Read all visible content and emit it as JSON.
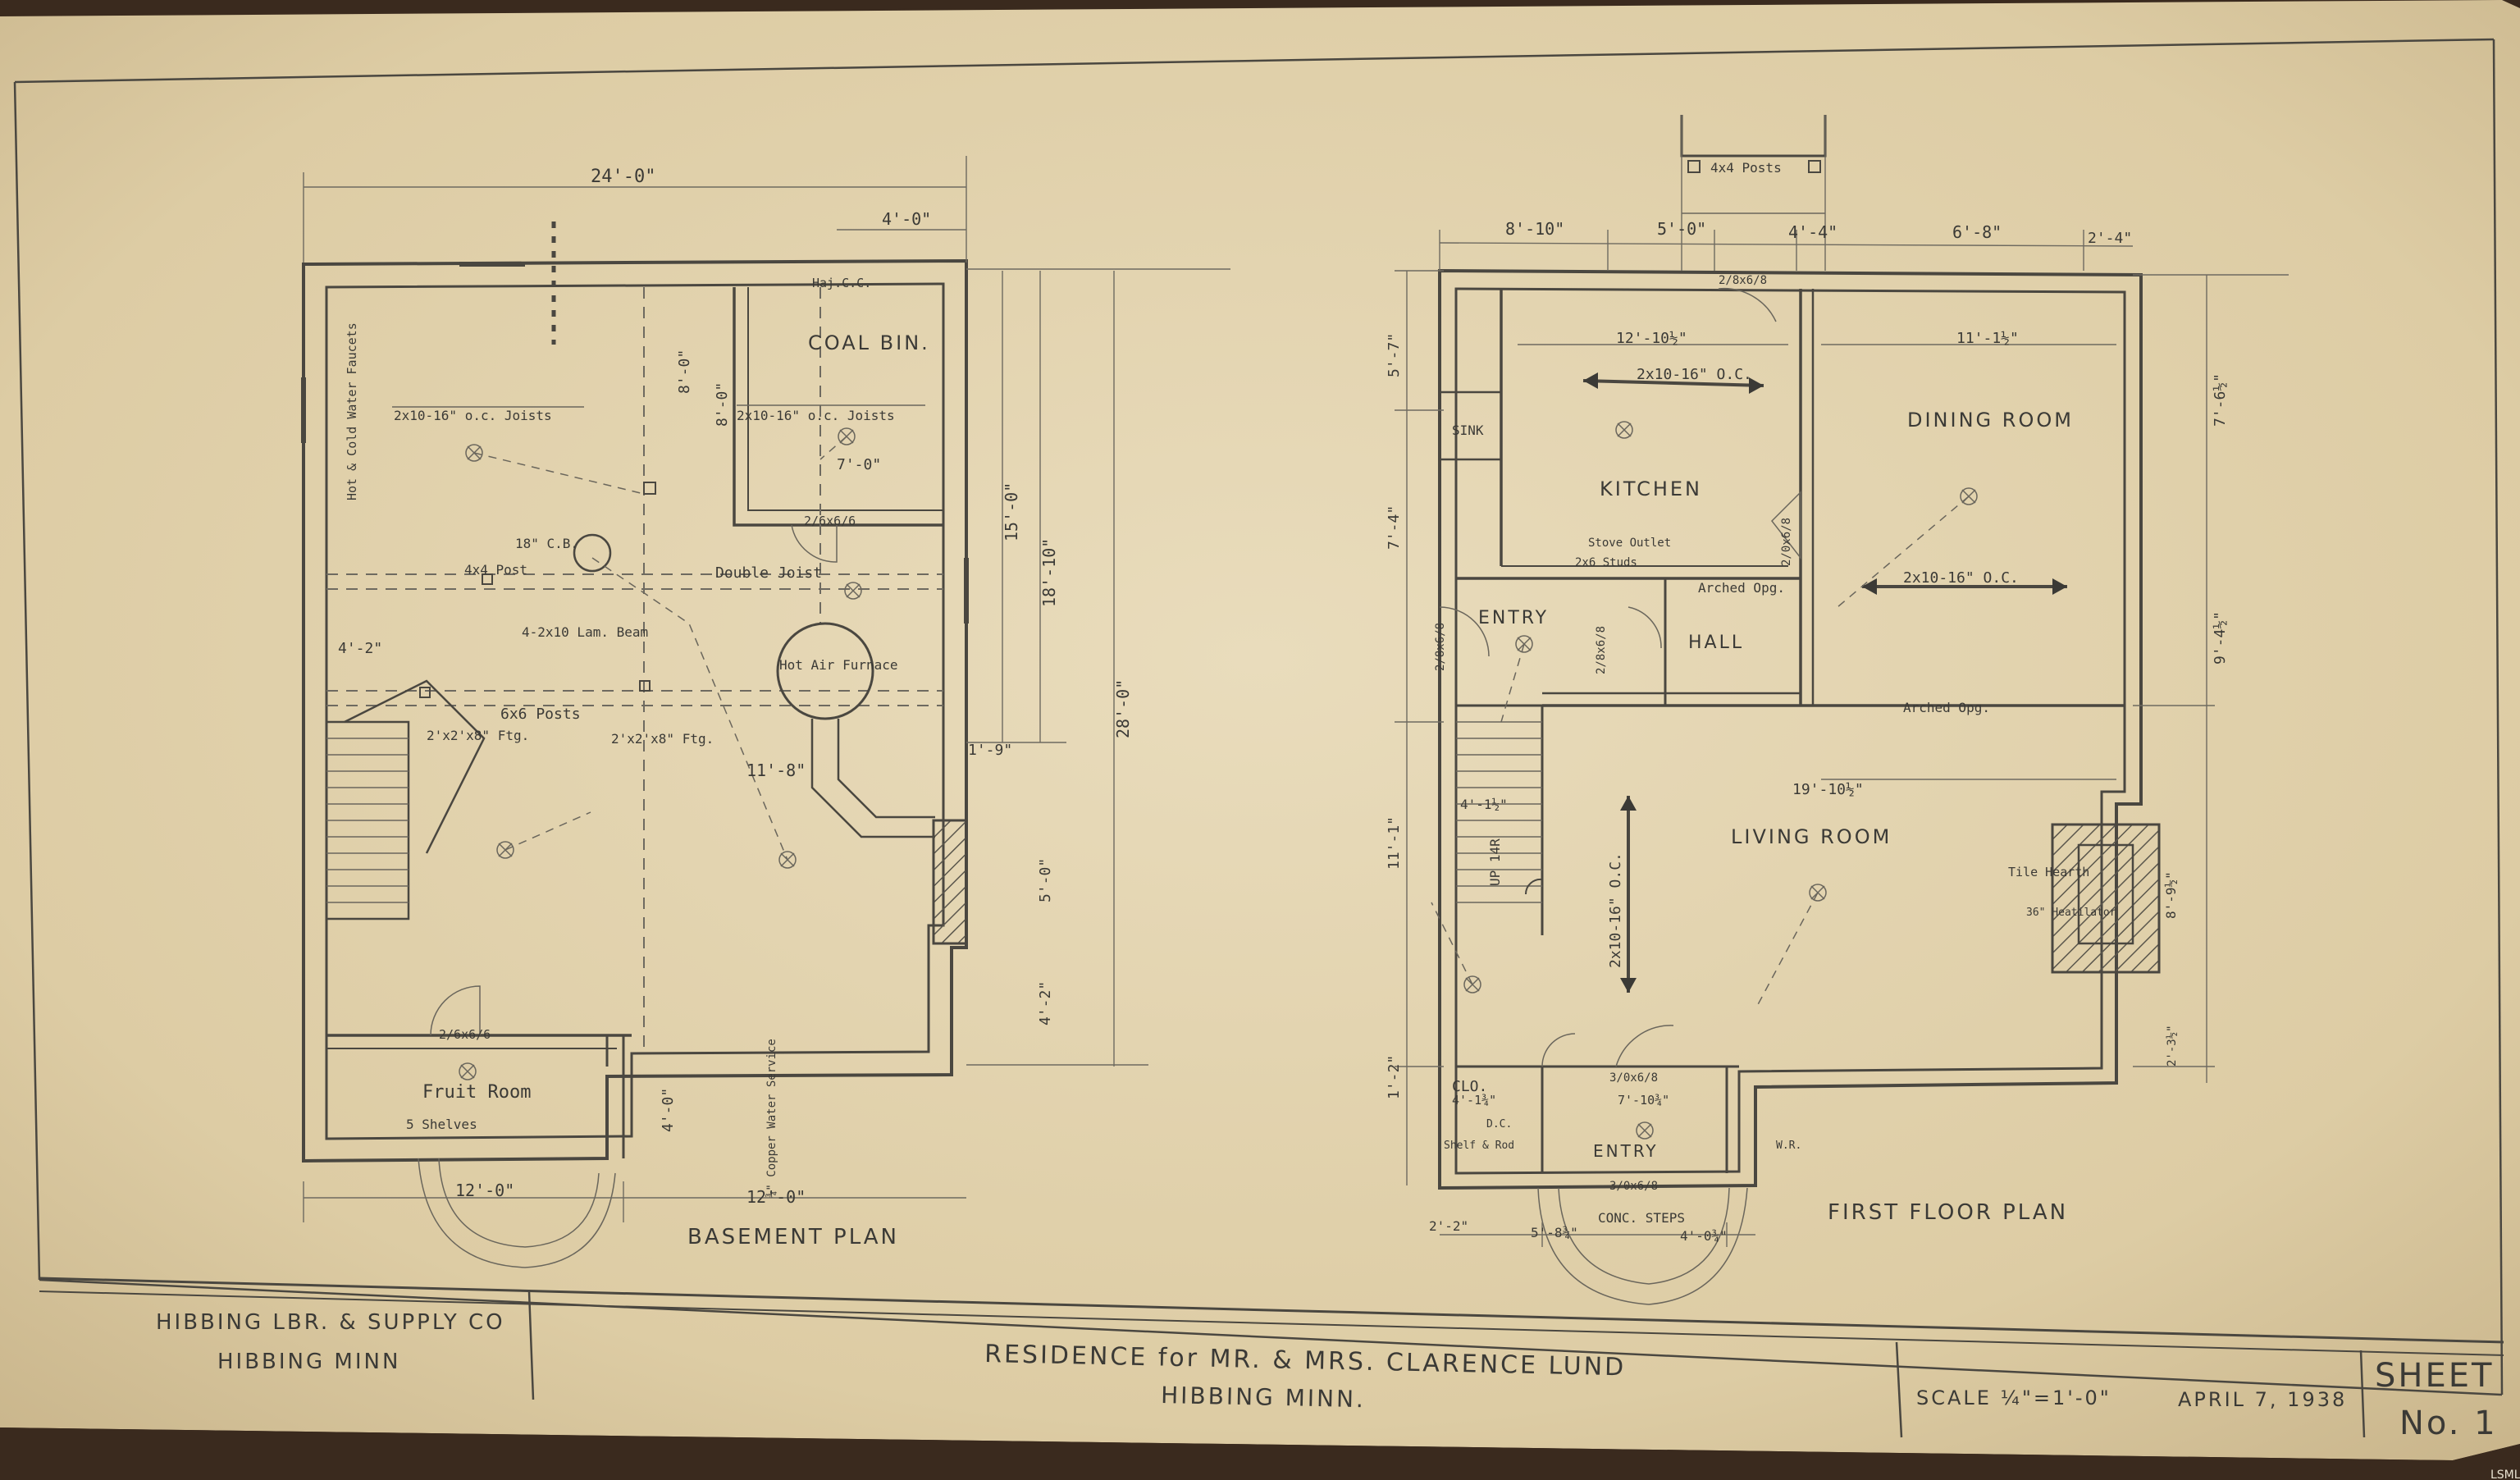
{
  "title_block": {
    "company_line1": "HIBBING LBR. & SUPPLY CO",
    "company_line2": "HIBBING MINN",
    "residence_line1": "RESIDENCE for MR. & MRS. CLARENCE LUND",
    "residence_line2": "HIBBING MINN.",
    "scale": "SCALE ¼\"=1'-0\"",
    "date": "APRIL 7, 1938",
    "sheet_label": "SHEET",
    "sheet_no": "No. 1"
  },
  "basement": {
    "plan_title": "BASEMENT PLAN",
    "rooms": {
      "coal_bin": "COAL BIN.",
      "fruit_room": "Fruit Room",
      "furnace": "Hot Air Furnace"
    },
    "notes": {
      "joists": "2x10-16\" o.c. Joists",
      "joists_coal": "2x10-16\" o.c. Joists",
      "double_joist": "Double Joist",
      "post_4x4": "4x4 Post",
      "cb": "18\" C.B.",
      "beam": "4-2x10 Lam. Beam",
      "posts_6x6": "6x6 Posts",
      "ftg1": "2'x2'x8\" Ftg.",
      "ftg2": "2'x2'x8\" Ftg.",
      "faucets": "Hot & Cold Water Faucets",
      "shelves": "5 Shelves",
      "water": "¾\" Copper Water Service",
      "door1": "2/6x6/6",
      "door2": "2/6x6/6",
      "haj": "Haj.C.C."
    },
    "dims": {
      "top_overall": "24'-0\"",
      "top_right": "4'-0\"",
      "bottom_left": "12'-0\"",
      "bottom_right": "12'-0\"",
      "right_15": "15'-0\"",
      "right_18": "18'-10\"",
      "right_28": "28'-0\"",
      "right_5": "5'-0\"",
      "right_4": "4'-2\"",
      "left_4": "4'-2\"",
      "mid_11": "11'-8\"",
      "mid_8a": "8'-0\"",
      "mid_8b": "8'-0\"",
      "mid_7": "7'-0\"",
      "fruit_4": "4'-0\"",
      "one_9": "1'-9\""
    }
  },
  "first_floor": {
    "plan_title": "FIRST FLOOR PLAN",
    "rooms": {
      "kitchen": "KITCHEN",
      "dining": "DINING ROOM",
      "living": "LIVING ROOM",
      "entry_upper": "ENTRY",
      "entry_lower": "ENTRY",
      "hall": "HALL",
      "clo": "CLO.",
      "sink": "SINK"
    },
    "notes": {
      "joists_kitchen": "2x10-16\" O.C.",
      "joists_dining": "2x10-16\" O.C.",
      "joists_living": "2x10-16\" O.C.",
      "posts": "4x4 Posts",
      "stove": "Stove Outlet",
      "studs": "2x6 Studs",
      "arched1": "Arched Opg.",
      "arched2": "Arched Opg.",
      "hearth": "Tile Hearth",
      "heatilator": "36\" Heatilator",
      "steps": "CONC. STEPS",
      "shelf": "Shelf & Rod",
      "up": "UP 14R",
      "door_a": "2/8x6/8",
      "door_b": "2/8x6/8",
      "door_c": "2/8x6/8",
      "door_d": "3/0x6/8",
      "door_e": "3/0x6/8",
      "door_f": "2/0x6/8",
      "dc": "D.C.",
      "wr": "W.R."
    },
    "dims": {
      "top_a": "8'-10\"",
      "top_b": "5'-0\"",
      "top_c": "4'-4\"",
      "top_d": "6'-8\"",
      "top_e": "2'-4\"",
      "kitchen_w": "12'-10½\"",
      "dining_w": "11'-1½\"",
      "living_w": "19'-10½\"",
      "left_5": "5'-7\"",
      "left_7": "7'-4\"",
      "left_11": "11'-1\"",
      "left_1": "1'-2\"",
      "right_7": "7'-6½\"",
      "right_9": "9'-4½\"",
      "right_8": "8'-9½\"",
      "right_2": "2'-3½\"",
      "bot_a": "2'-2\"",
      "bot_b": "5'-8¾\"",
      "bot_c": "4'-0¾\"",
      "entry_w": "7'-10¾\"",
      "clo_w": "4'-1¾\"",
      "stair_w": "4'-1½\""
    }
  },
  "watermark": "LSMLS"
}
